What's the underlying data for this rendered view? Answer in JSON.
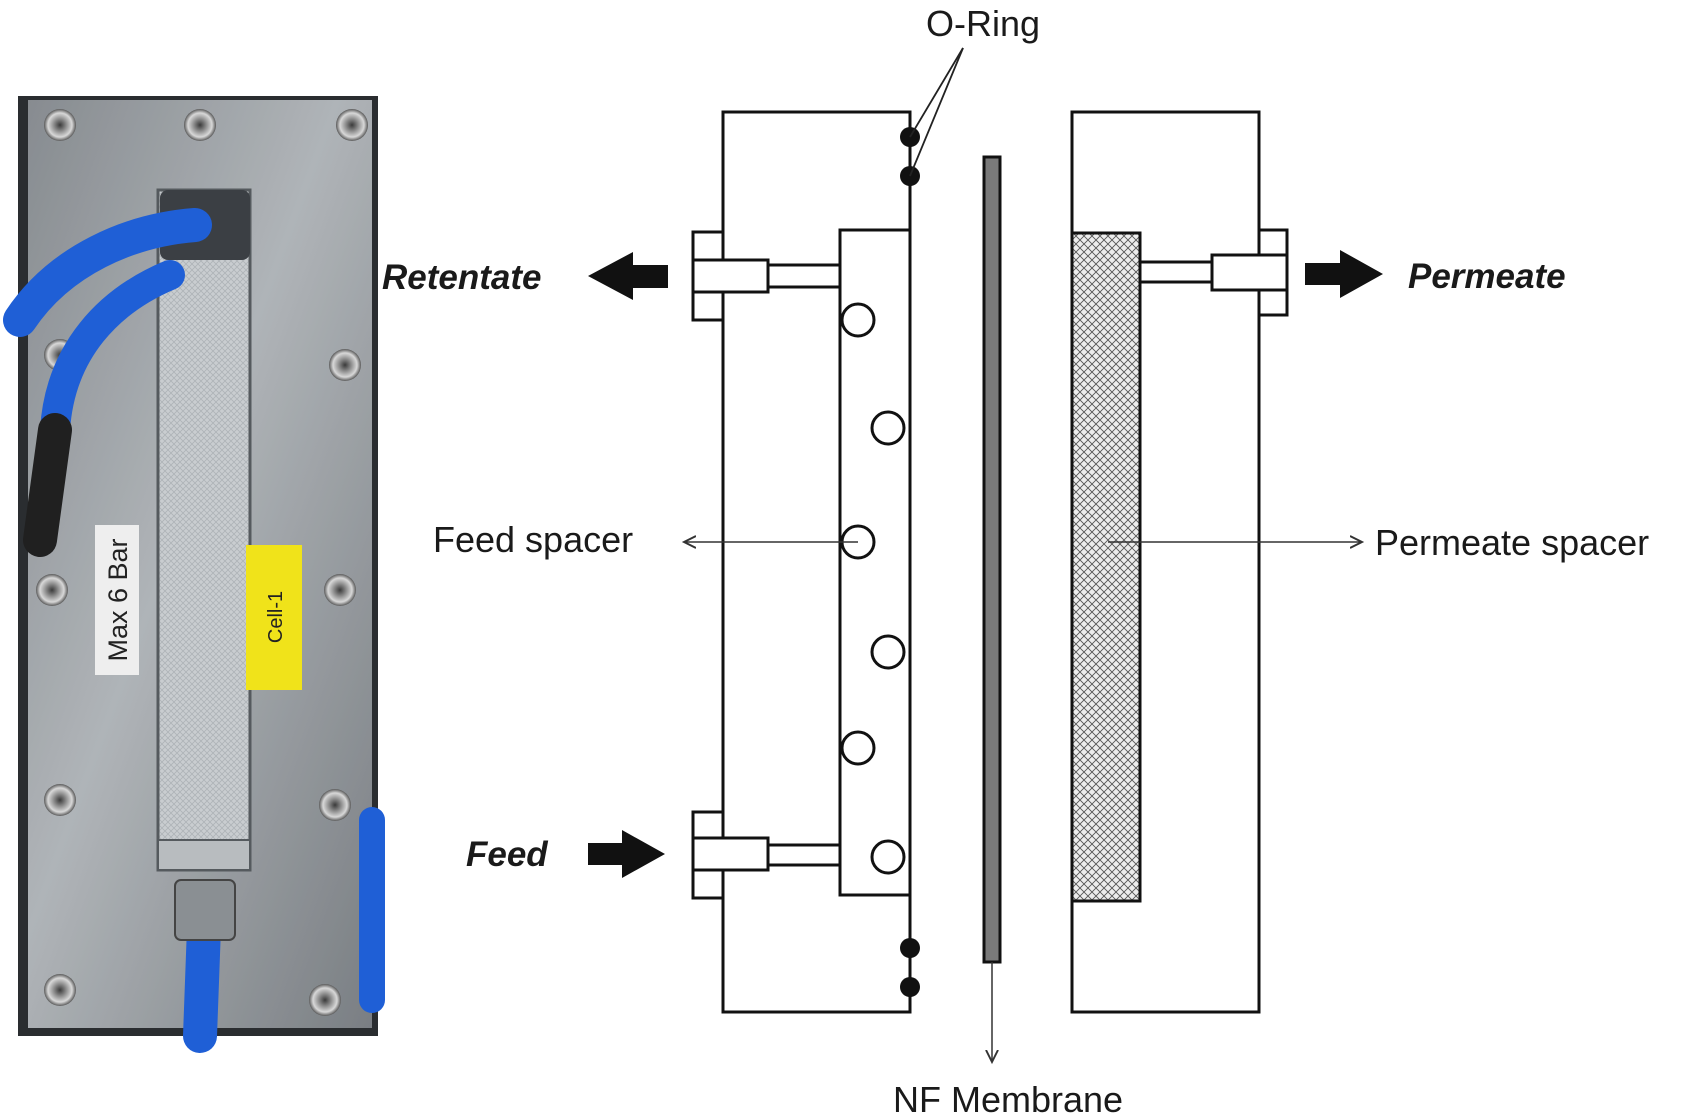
{
  "labels": {
    "o_ring": "O-Ring",
    "retentate": "Retentate",
    "permeate": "Permeate",
    "feed": "Feed",
    "feed_spacer": "Feed spacer",
    "permeate_spacer": "Permeate spacer",
    "nf_membrane": "NF Membrane"
  },
  "photo": {
    "pressure_label": "Max 6 Bar",
    "cell_label": "Cell-1"
  },
  "colors": {
    "tube_blue": "#1f5fd6",
    "label_yellow": "#f0e31a",
    "metal_grey": "#8f9499",
    "arrow_black": "#111111",
    "membrane_grey": "#7a7a7a"
  }
}
